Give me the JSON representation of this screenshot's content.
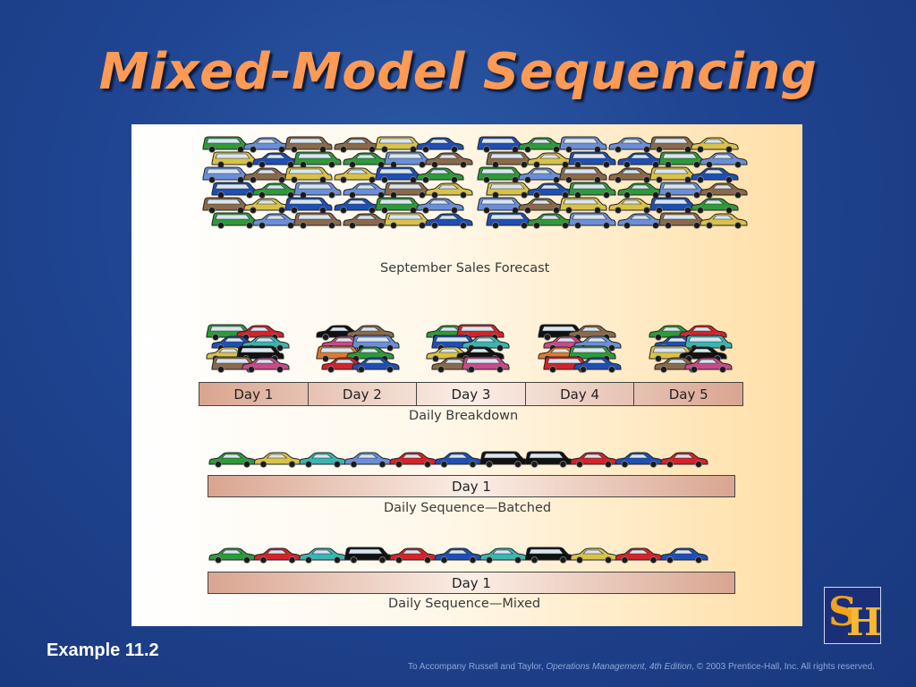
{
  "slide": {
    "title": "Mixed-Model Sequencing",
    "example_label": "Example 11.2",
    "footer": {
      "prefix": "To Accompany Russell and Taylor, ",
      "book": "Operations Management, 4th Edition",
      "suffix": ", © 2003 Prentice-Hall, Inc. All rights reserved."
    },
    "logo_text": "SH"
  },
  "figure": {
    "forecast_caption": "September Sales Forecast",
    "daily_breakdown": {
      "days": [
        "Day 1",
        "Day 2",
        "Day 3",
        "Day 4",
        "Day 5"
      ],
      "caption": "Daily Breakdown"
    },
    "batched": {
      "bar_label": "Day 1",
      "caption": "Daily Sequence—Batched",
      "cars": [
        "green-car",
        "yellow-car",
        "teal-car",
        "light-blue-car",
        "red-car",
        "blue-car",
        "black-van",
        "black-van",
        "red-car",
        "blue-car",
        "red-car"
      ]
    },
    "mixed": {
      "bar_label": "Day 1",
      "caption": "Daily Sequence—Mixed",
      "cars": [
        "green-car",
        "red-car",
        "teal-car",
        "black-van",
        "red-car",
        "blue-car",
        "teal-car",
        "black-van",
        "yellow-car",
        "red-car",
        "blue-car"
      ]
    }
  },
  "colors": {
    "title": "#ff9a55",
    "background": "#1f4491",
    "bar_gradient_end": "#d9a590",
    "car_palette": [
      "#2e9a3a",
      "#d4232a",
      "#1e4fb5",
      "#3bb5b0",
      "#d9c24a",
      "#111111",
      "#8a6a4a",
      "#c84a8a",
      "#6a8fd8",
      "#e07a2a"
    ]
  }
}
